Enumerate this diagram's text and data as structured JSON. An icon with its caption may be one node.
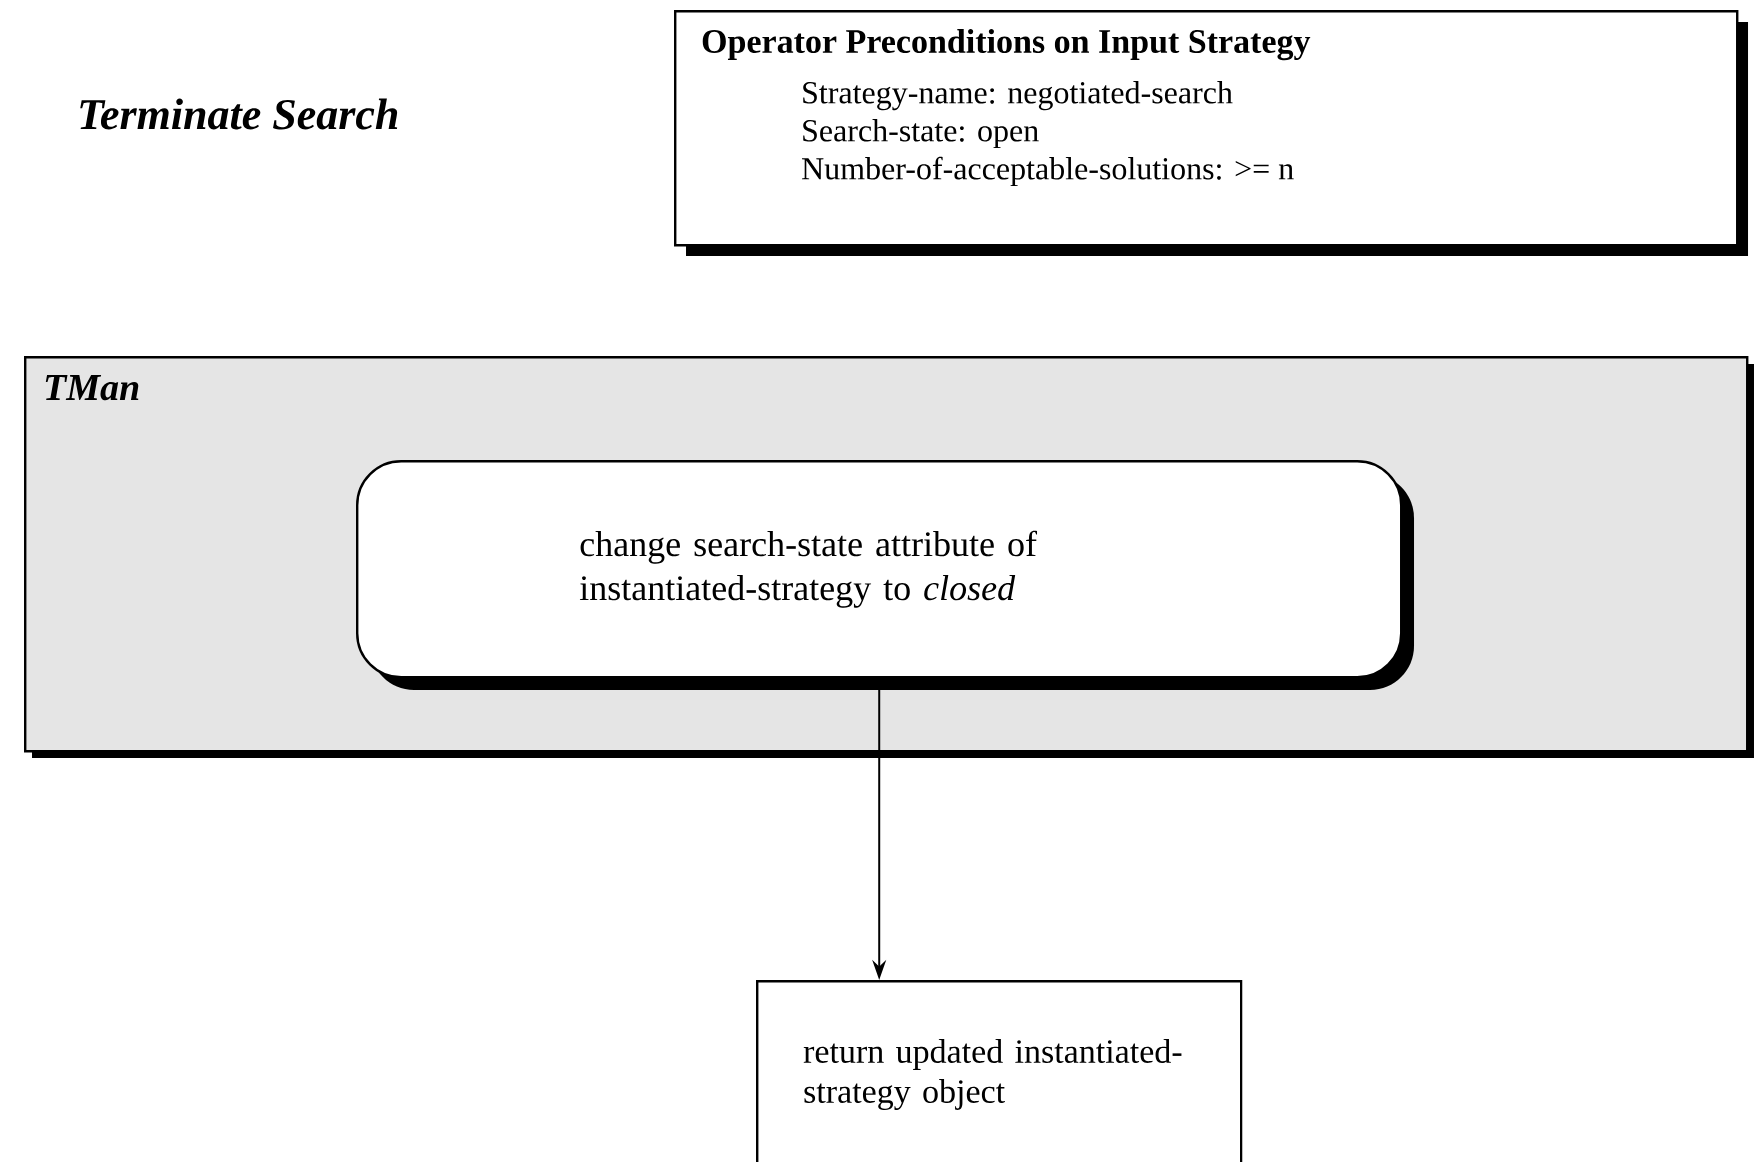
{
  "diagram": {
    "title": "Terminate Search",
    "nodes": [
      {
        "text": [
          "Operator Preconditions on Input Strategy",
          "Strategy-name: negotiated-search",
          "Search-state: open",
          "Number-of-acceptable-solutions: >= n"
        ]
      },
      {
        "text": [
          "TMan"
        ]
      },
      {
        "text": [
          "change search-state attribute of instantiated-strategy to *closed*"
        ],
        "in": 1
      },
      {
        "text": [
          "return updated instantiated-strategy object"
        ]
      }
    ],
    "edges": [
      {
        "from": 2,
        "to": 3,
        "arrow": "to"
      }
    ]
  }
}
